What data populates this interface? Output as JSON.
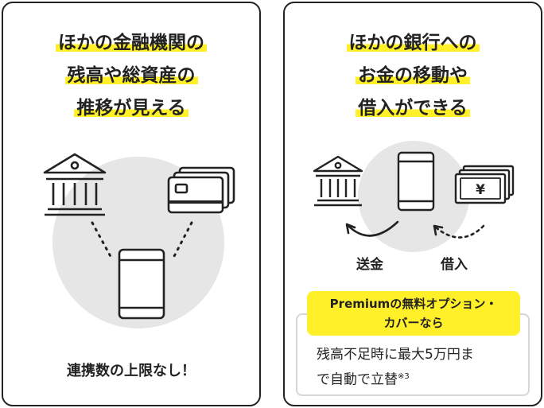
{
  "left_card": {
    "title_lines": [
      "ほかの金融機関の",
      "残高や総資産の",
      "推移が見える"
    ],
    "footer": "連携数の上限なし！"
  },
  "right_card": {
    "title_lines": [
      "ほかの銀行への",
      "お金の移動や",
      "借入ができる"
    ],
    "send_label": "送金",
    "borrow_label": "借入",
    "yen_symbol": "¥",
    "premium_tag_lines": [
      "Premiumの無料オプション・",
      "カバーなら"
    ],
    "premium_desc_line1": "残高不足時に最大5万円ま",
    "premium_desc_line2": "で自動で立替",
    "premium_note": "※3"
  },
  "colors": {
    "highlight": "#fff02a",
    "circle": "#e6e6e6",
    "stroke": "#222222"
  }
}
